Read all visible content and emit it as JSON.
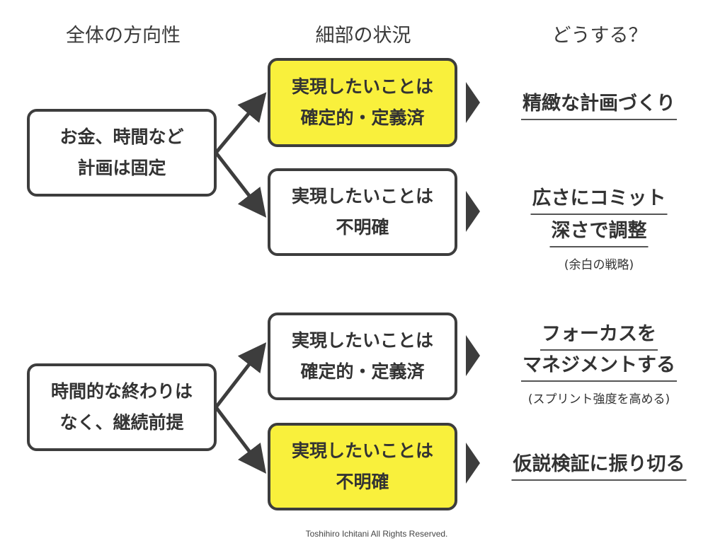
{
  "headers": {
    "overall": "全体の方向性",
    "detail": "細部の状況",
    "action": "どうする？"
  },
  "groups": [
    {
      "source": [
        "お金、時間など",
        "計画は固定"
      ],
      "cases": [
        {
          "lines": [
            "実現したいことは",
            "確定的・定義済"
          ],
          "highlighted": true,
          "result": [
            "精緻な計画づくり"
          ],
          "note": ""
        },
        {
          "lines": [
            "実現したいことは",
            "不明確"
          ],
          "highlighted": false,
          "result": [
            "広さにコミット",
            "深さで調整"
          ],
          "note": "(余白の戦略)"
        }
      ]
    },
    {
      "source": [
        "時間的な終わりは",
        "なく、継続前提"
      ],
      "cases": [
        {
          "lines": [
            "実現したいことは",
            "確定的・定義済"
          ],
          "highlighted": false,
          "result": [
            "フォーカスを",
            "マネジメントする"
          ],
          "note": "(スプリント強度を高める)"
        },
        {
          "lines": [
            "実現したいことは",
            "不明確"
          ],
          "highlighted": true,
          "result": [
            "仮説検証に振り切る"
          ],
          "note": ""
        }
      ]
    }
  ],
  "footer": "Toshihiro Ichitani All Rights Reserved.",
  "colors": {
    "highlight": "#f9f03c",
    "border": "#3d3d3d",
    "text": "#333333"
  }
}
